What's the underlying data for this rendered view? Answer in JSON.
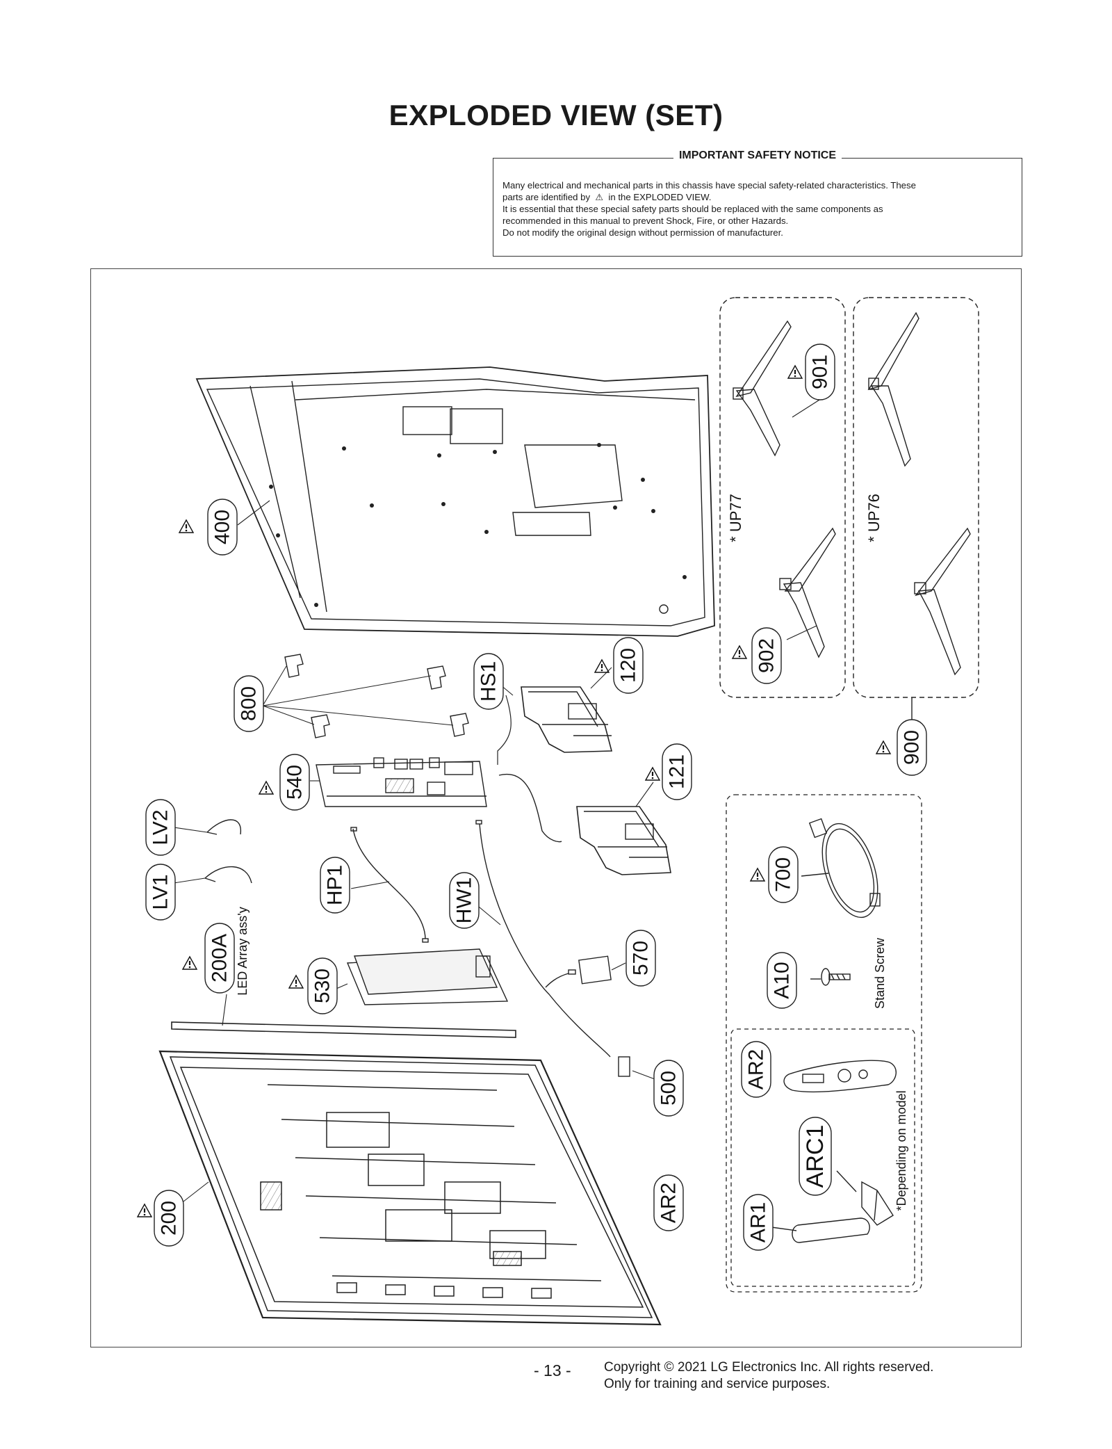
{
  "title": "EXPLODED VIEW (SET)",
  "notice": {
    "heading": "IMPORTANT SAFETY NOTICE",
    "line1": "Many electrical and mechanical parts in this chassis have special safety-related characteristics. These",
    "line2a": "parts are identified by",
    "line2b": "in the EXPLODED VIEW.",
    "line3": "It is essential that these special safety parts should be replaced with the same components as",
    "line4": "recommended in this manual to prevent Shock, Fire, or other Hazards.",
    "line5": "Do not modify the original design without permission of manufacturer."
  },
  "parts": {
    "p400": "400",
    "p800": "800",
    "p540": "540",
    "p120": "120",
    "p121": "121",
    "hs1": "HS1",
    "lv1": "LV1",
    "lv2": "LV2",
    "hp1": "HP1",
    "hw1": "HW1",
    "p200a": "200A",
    "p530": "530",
    "p570": "570",
    "p500": "500",
    "p200": "200",
    "ar2_left": "AR2",
    "p901": "901",
    "p902": "902",
    "p900": "900",
    "p700": "700",
    "a10": "A10",
    "ar2": "AR2",
    "arc1": "ARC1",
    "ar1": "AR1"
  },
  "captions": {
    "up77": "* UP77",
    "up76": "* UP76",
    "led_array": "LED Array ass'y",
    "stand_screw": "Stand Screw",
    "depending": "*Depending on model"
  },
  "footer": {
    "page": "- 13 -",
    "copyright1": "Copyright © 2021 LG Electronics Inc. All rights reserved.",
    "copyright2": "Only for training and service purposes."
  }
}
